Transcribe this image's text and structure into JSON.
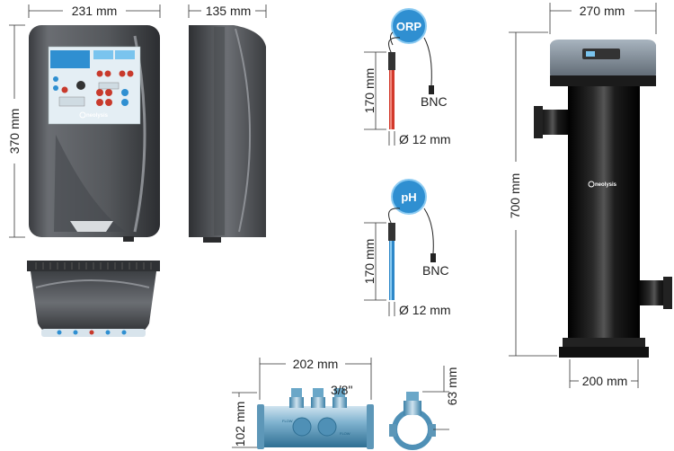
{
  "dimensions": {
    "control_width": "231 mm",
    "control_height": "370 mm",
    "control_depth": "135 mm",
    "cell_width": "270 mm",
    "cell_height": "700 mm",
    "cell_base": "200 mm",
    "orp_length": "170 mm",
    "orp_diameter": "Ø 12 mm",
    "ph_length": "170 mm",
    "ph_diameter": "Ø 12 mm",
    "manifold_width": "202 mm",
    "manifold_height": "102 mm",
    "manifold_thread": "3/8\"",
    "clamp_height": "63 mm"
  },
  "probes": {
    "orp_label": "ORP",
    "ph_label": "pH",
    "orp_connector": "BNC",
    "ph_connector": "BNC"
  },
  "brand": {
    "logo_text": "neolysis"
  },
  "colors": {
    "orp_badge": "#2f8fd1",
    "ph_badge": "#2f8fd1",
    "orp_probe": "#d33a2c",
    "ph_probe": "#2e88c9",
    "cell_body": "#111111",
    "control_body": "#55585c"
  }
}
